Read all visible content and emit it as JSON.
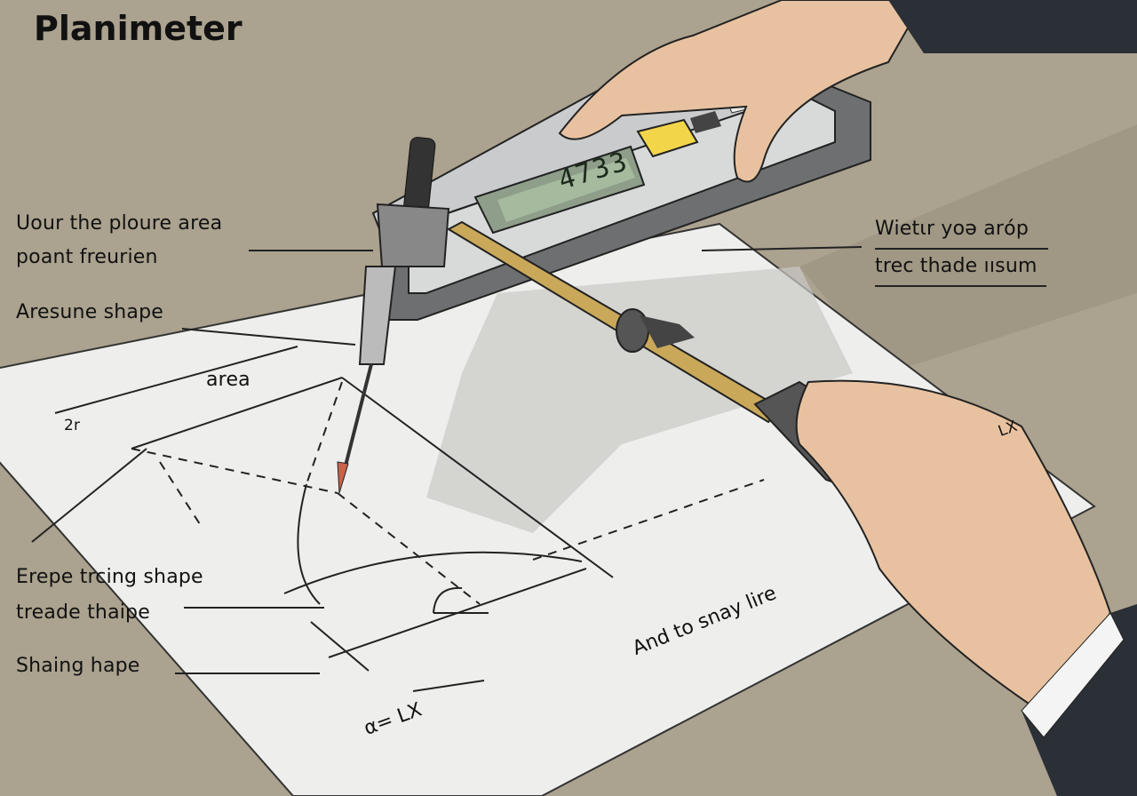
{
  "title": "Planimeter",
  "labels": {
    "top_left_1": "Uour the ploure area",
    "top_left_2": "poant freurien",
    "shape": "Aresune shape",
    "area": "area",
    "scale_2r": "2r",
    "bottom_left_1": "Erepe trcing shape",
    "bottom_left_2": "treade thaipe",
    "bottom_left_3": "Shaing hape",
    "right_1": "Wietɩr yoǝ arόp",
    "right_2": "trec thade ıısum",
    "lx_right": "LX",
    "paper_caption": "And to snay lire",
    "formula": "α= LX"
  },
  "device": {
    "display_value": "4733",
    "button_color": "#f3d54a"
  }
}
